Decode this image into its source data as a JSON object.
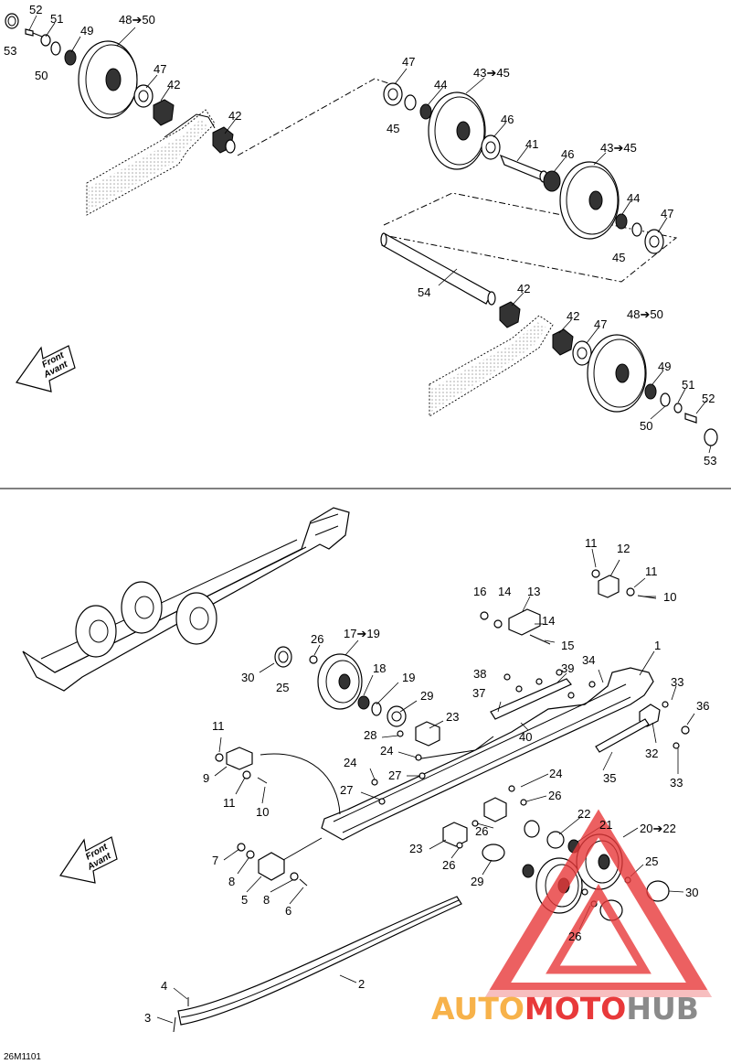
{
  "diagram": {
    "upper_labels": {
      "l52a": "52",
      "l51a": "51",
      "l53a": "53",
      "l50a": "50",
      "l49a": "49",
      "l4850a": "48➔50",
      "l47a": "47",
      "l42a": "42",
      "l42b": "42",
      "l47b": "47",
      "l44a": "44",
      "l4345a": "43➔45",
      "l45a": "45",
      "l46a": "46",
      "l41": "41",
      "l46b": "46",
      "l4345b": "43➔45",
      "l44b": "44",
      "l47c": "47",
      "l45b": "45",
      "l54": "54",
      "l42c": "42",
      "l42d": "42",
      "l47d": "47",
      "l4850b": "48➔50",
      "l49b": "49",
      "l51b": "51",
      "l52b": "52",
      "l50b": "50",
      "l53b": "53"
    },
    "lower_labels": {
      "l11a": "11",
      "l12": "12",
      "l11b": "11",
      "l10a": "10",
      "l16": "16",
      "l14a": "14",
      "l13": "13",
      "l14b": "14",
      "l15": "15",
      "l1": "1",
      "l26a": "26",
      "l1719": "17➔19",
      "l30a": "30",
      "l25a": "25",
      "l18": "18",
      "l19": "19",
      "l29a": "29",
      "l38": "38",
      "l39": "39",
      "l34": "34",
      "l33a": "33",
      "l36": "36",
      "l37": "37",
      "l23a": "23",
      "l28": "28",
      "l40": "40",
      "l11c": "11",
      "l24a": "24",
      "l24b": "24",
      "l27a": "27",
      "l32": "32",
      "l33b": "33",
      "l9": "9",
      "l11d": "11",
      "l10b": "10",
      "l35": "35",
      "l24c": "24",
      "l27b": "27",
      "l26b": "26",
      "l22": "22",
      "l21": "21",
      "l2022": "20➔22",
      "l26c": "26",
      "l23b": "23",
      "l25b": "25",
      "l26d": "26",
      "l29b": "29",
      "l7": "7",
      "l8a": "8",
      "l5": "5",
      "l8b": "8",
      "l6": "6",
      "l30b": "30",
      "l26e": "26",
      "l2": "2",
      "l4": "4",
      "l3": "3"
    },
    "front_arrow_text": [
      "Front",
      "Avant"
    ],
    "figure_code": "26M1101",
    "watermark": {
      "part1": "AUTO",
      "part2": "MOTO",
      "part3": "HUB"
    }
  },
  "colors": {
    "watermark_orange": "#f7b24a",
    "watermark_red": "#e8393a",
    "watermark_gray": "#8a8a8a",
    "line": "#000000"
  }
}
